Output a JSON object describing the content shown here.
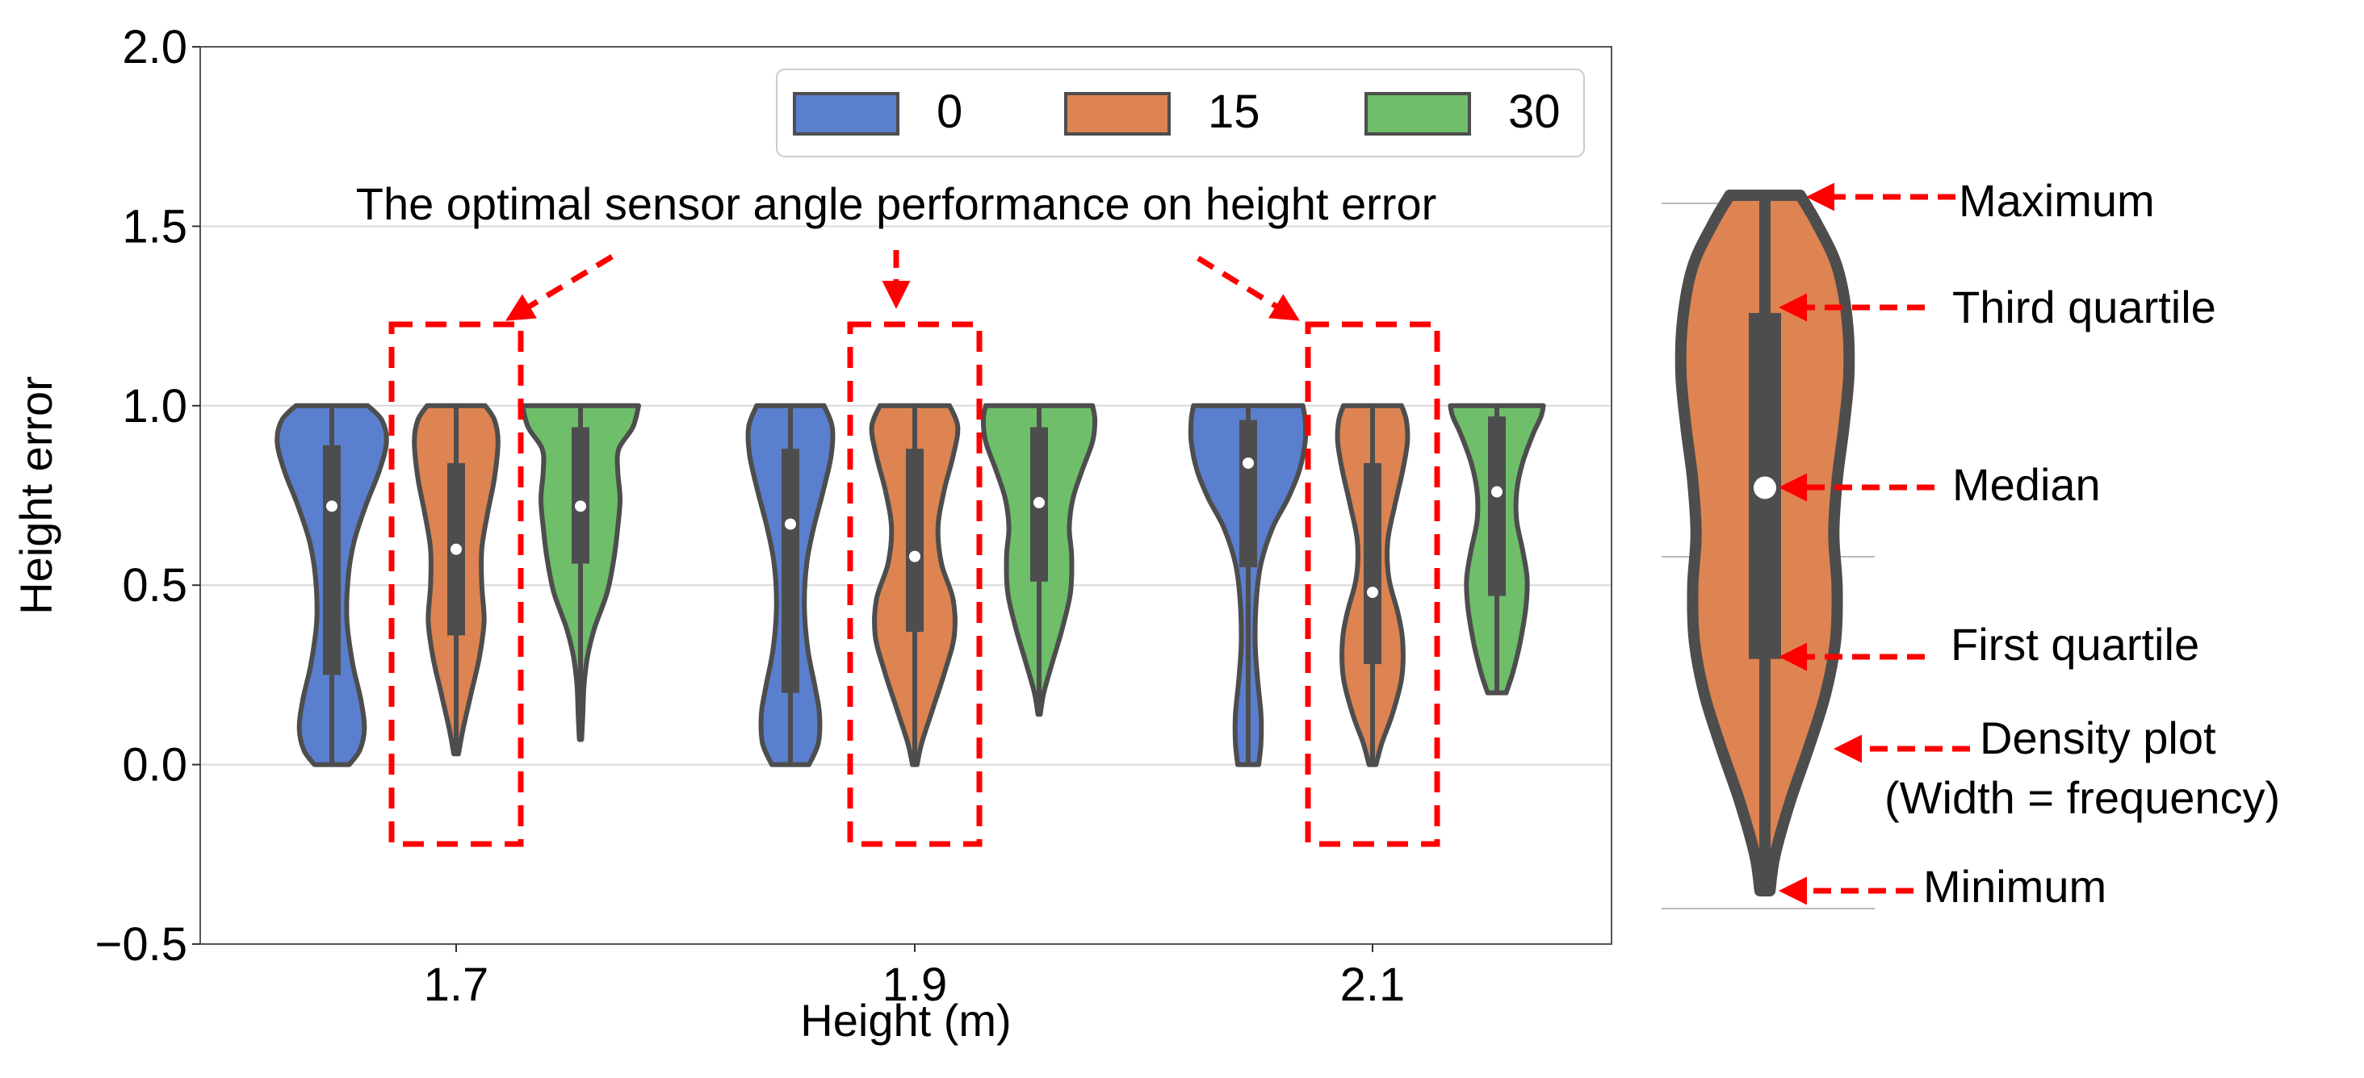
{
  "chart_data": {
    "type": "violin",
    "xlabel": "Height (m)",
    "ylabel": "Height error",
    "ylim": [
      -0.5,
      2.0
    ],
    "yticks": [
      -0.5,
      0.0,
      0.5,
      1.0,
      1.5,
      2.0
    ],
    "ytick_labels": [
      "−0.5",
      "0.0",
      "0.5",
      "1.0",
      "1.5",
      "2.0"
    ],
    "categories": [
      "1.7",
      "1.9",
      "2.1"
    ],
    "grid": "horizontal",
    "legend_placement": "top-right",
    "annotation": "The optimal sensor angle performance on height error",
    "highlighted_series": "15",
    "series": [
      {
        "name": "0",
        "color": "#5a7fce",
        "values": [
          {
            "min": 0.0,
            "q1": 0.25,
            "median": 0.72,
            "q3": 0.89,
            "max": 1.0,
            "density": [
              [
                0.0,
                0.3
              ],
              [
                0.04,
                0.48
              ],
              [
                0.1,
                0.56
              ],
              [
                0.18,
                0.5
              ],
              [
                0.28,
                0.36
              ],
              [
                0.4,
                0.26
              ],
              [
                0.52,
                0.28
              ],
              [
                0.62,
                0.38
              ],
              [
                0.72,
                0.58
              ],
              [
                0.82,
                0.82
              ],
              [
                0.9,
                0.94
              ],
              [
                0.96,
                0.86
              ],
              [
                1.0,
                0.62
              ]
            ]
          },
          {
            "min": 0.0,
            "q1": 0.2,
            "median": 0.67,
            "q3": 0.88,
            "max": 1.0,
            "density": [
              [
                0.0,
                0.32
              ],
              [
                0.06,
                0.48
              ],
              [
                0.14,
                0.5
              ],
              [
                0.22,
                0.42
              ],
              [
                0.32,
                0.3
              ],
              [
                0.44,
                0.24
              ],
              [
                0.56,
                0.28
              ],
              [
                0.66,
                0.4
              ],
              [
                0.76,
                0.56
              ],
              [
                0.86,
                0.7
              ],
              [
                0.94,
                0.72
              ],
              [
                1.0,
                0.58
              ]
            ]
          },
          {
            "min": 0.0,
            "q1": 0.55,
            "median": 0.84,
            "q3": 0.96,
            "max": 1.0,
            "density": [
              [
                0.0,
                0.18
              ],
              [
                0.06,
                0.22
              ],
              [
                0.14,
                0.22
              ],
              [
                0.24,
                0.16
              ],
              [
                0.34,
                0.12
              ],
              [
                0.46,
                0.14
              ],
              [
                0.56,
                0.22
              ],
              [
                0.66,
                0.42
              ],
              [
                0.74,
                0.68
              ],
              [
                0.82,
                0.88
              ],
              [
                0.9,
                0.98
              ],
              [
                0.96,
                0.98
              ],
              [
                1.0,
                0.94
              ]
            ]
          }
        ]
      },
      {
        "name": "15",
        "color": "#dd8452",
        "values": [
          {
            "min": 0.03,
            "q1": 0.36,
            "median": 0.6,
            "q3": 0.84,
            "max": 1.0,
            "density": [
              [
                0.03,
                0.04
              ],
              [
                0.1,
                0.12
              ],
              [
                0.2,
                0.26
              ],
              [
                0.3,
                0.4
              ],
              [
                0.4,
                0.48
              ],
              [
                0.5,
                0.44
              ],
              [
                0.6,
                0.44
              ],
              [
                0.7,
                0.54
              ],
              [
                0.8,
                0.66
              ],
              [
                0.9,
                0.72
              ],
              [
                0.96,
                0.66
              ],
              [
                1.0,
                0.5
              ]
            ]
          },
          {
            "min": 0.0,
            "q1": 0.37,
            "median": 0.58,
            "q3": 0.88,
            "max": 1.0,
            "density": [
              [
                0.0,
                0.04
              ],
              [
                0.06,
                0.12
              ],
              [
                0.16,
                0.32
              ],
              [
                0.26,
                0.52
              ],
              [
                0.36,
                0.68
              ],
              [
                0.46,
                0.66
              ],
              [
                0.56,
                0.46
              ],
              [
                0.66,
                0.4
              ],
              [
                0.76,
                0.5
              ],
              [
                0.86,
                0.66
              ],
              [
                0.94,
                0.74
              ],
              [
                1.0,
                0.6
              ]
            ]
          },
          {
            "min": 0.0,
            "q1": 0.28,
            "median": 0.48,
            "q3": 0.84,
            "max": 1.0,
            "density": [
              [
                0.0,
                0.06
              ],
              [
                0.06,
                0.16
              ],
              [
                0.14,
                0.34
              ],
              [
                0.24,
                0.5
              ],
              [
                0.34,
                0.52
              ],
              [
                0.42,
                0.44
              ],
              [
                0.52,
                0.28
              ],
              [
                0.62,
                0.26
              ],
              [
                0.72,
                0.38
              ],
              [
                0.82,
                0.52
              ],
              [
                0.9,
                0.6
              ],
              [
                0.96,
                0.58
              ],
              [
                1.0,
                0.5
              ]
            ]
          }
        ]
      },
      {
        "name": "30",
        "color": "#6ebe6a",
        "values": [
          {
            "min": 0.07,
            "q1": 0.56,
            "median": 0.72,
            "q3": 0.94,
            "max": 1.0,
            "density": [
              [
                0.07,
                0.02
              ],
              [
                0.14,
                0.04
              ],
              [
                0.22,
                0.06
              ],
              [
                0.3,
                0.12
              ],
              [
                0.38,
                0.24
              ],
              [
                0.48,
                0.46
              ],
              [
                0.58,
                0.58
              ],
              [
                0.66,
                0.64
              ],
              [
                0.74,
                0.68
              ],
              [
                0.82,
                0.64
              ],
              [
                0.88,
                0.66
              ],
              [
                0.94,
                0.9
              ],
              [
                1.0,
                1.0
              ]
            ]
          },
          {
            "min": 0.14,
            "q1": 0.51,
            "median": 0.73,
            "q3": 0.94,
            "max": 1.0,
            "density": [
              [
                0.14,
                0.02
              ],
              [
                0.2,
                0.08
              ],
              [
                0.28,
                0.22
              ],
              [
                0.38,
                0.4
              ],
              [
                0.48,
                0.54
              ],
              [
                0.58,
                0.56
              ],
              [
                0.66,
                0.52
              ],
              [
                0.74,
                0.58
              ],
              [
                0.82,
                0.74
              ],
              [
                0.9,
                0.92
              ],
              [
                0.96,
                0.96
              ],
              [
                1.0,
                0.92
              ]
            ]
          },
          {
            "min": 0.2,
            "q1": 0.47,
            "median": 0.76,
            "q3": 0.97,
            "max": 1.0,
            "density": [
              [
                0.2,
                0.16
              ],
              [
                0.26,
                0.28
              ],
              [
                0.34,
                0.4
              ],
              [
                0.44,
                0.5
              ],
              [
                0.52,
                0.52
              ],
              [
                0.6,
                0.44
              ],
              [
                0.68,
                0.34
              ],
              [
                0.76,
                0.34
              ],
              [
                0.84,
                0.44
              ],
              [
                0.92,
                0.62
              ],
              [
                0.97,
                0.76
              ],
              [
                1.0,
                0.8
              ]
            ]
          }
        ]
      }
    ],
    "explainer": {
      "labels": {
        "maximum": "Maximum",
        "q3": "Third quartile",
        "median": "Median",
        "q1": "First quartile",
        "density": "Density plot",
        "density_note": "(Width = frequency)",
        "minimum": "Minimum"
      }
    }
  }
}
